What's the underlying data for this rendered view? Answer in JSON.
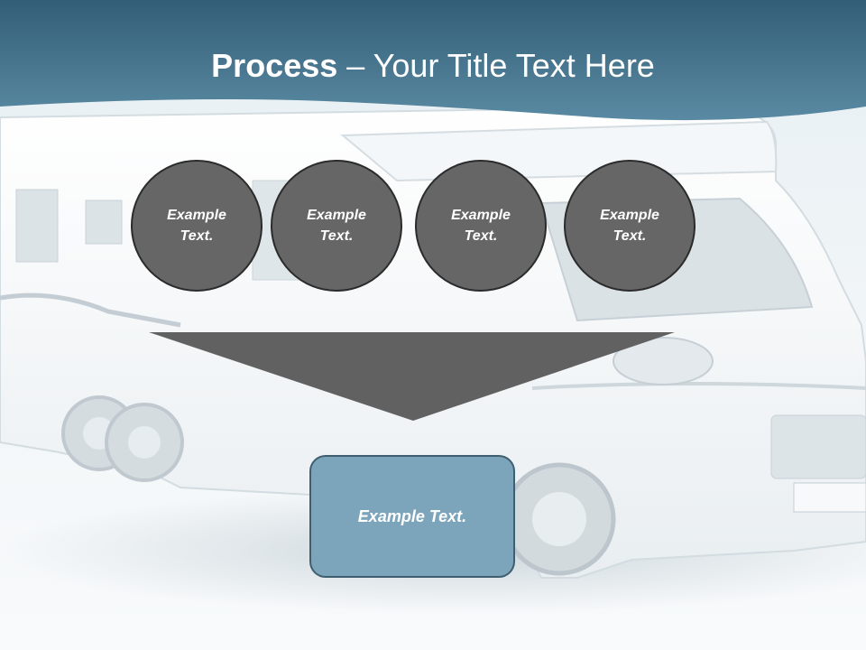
{
  "slide": {
    "title_bold": "Process",
    "title_rest": " – Your Title Text Here",
    "circles": [
      {
        "label": "Example Text."
      },
      {
        "label": "Example Text."
      },
      {
        "label": "Example Text."
      },
      {
        "label": "Example Text."
      }
    ],
    "result_label": "Example Text."
  },
  "colors": {
    "header_band": "#3f6f89",
    "circle_fill": "#666666",
    "funnel_fill": "#616161",
    "result_fill": "#7ca5bb"
  }
}
